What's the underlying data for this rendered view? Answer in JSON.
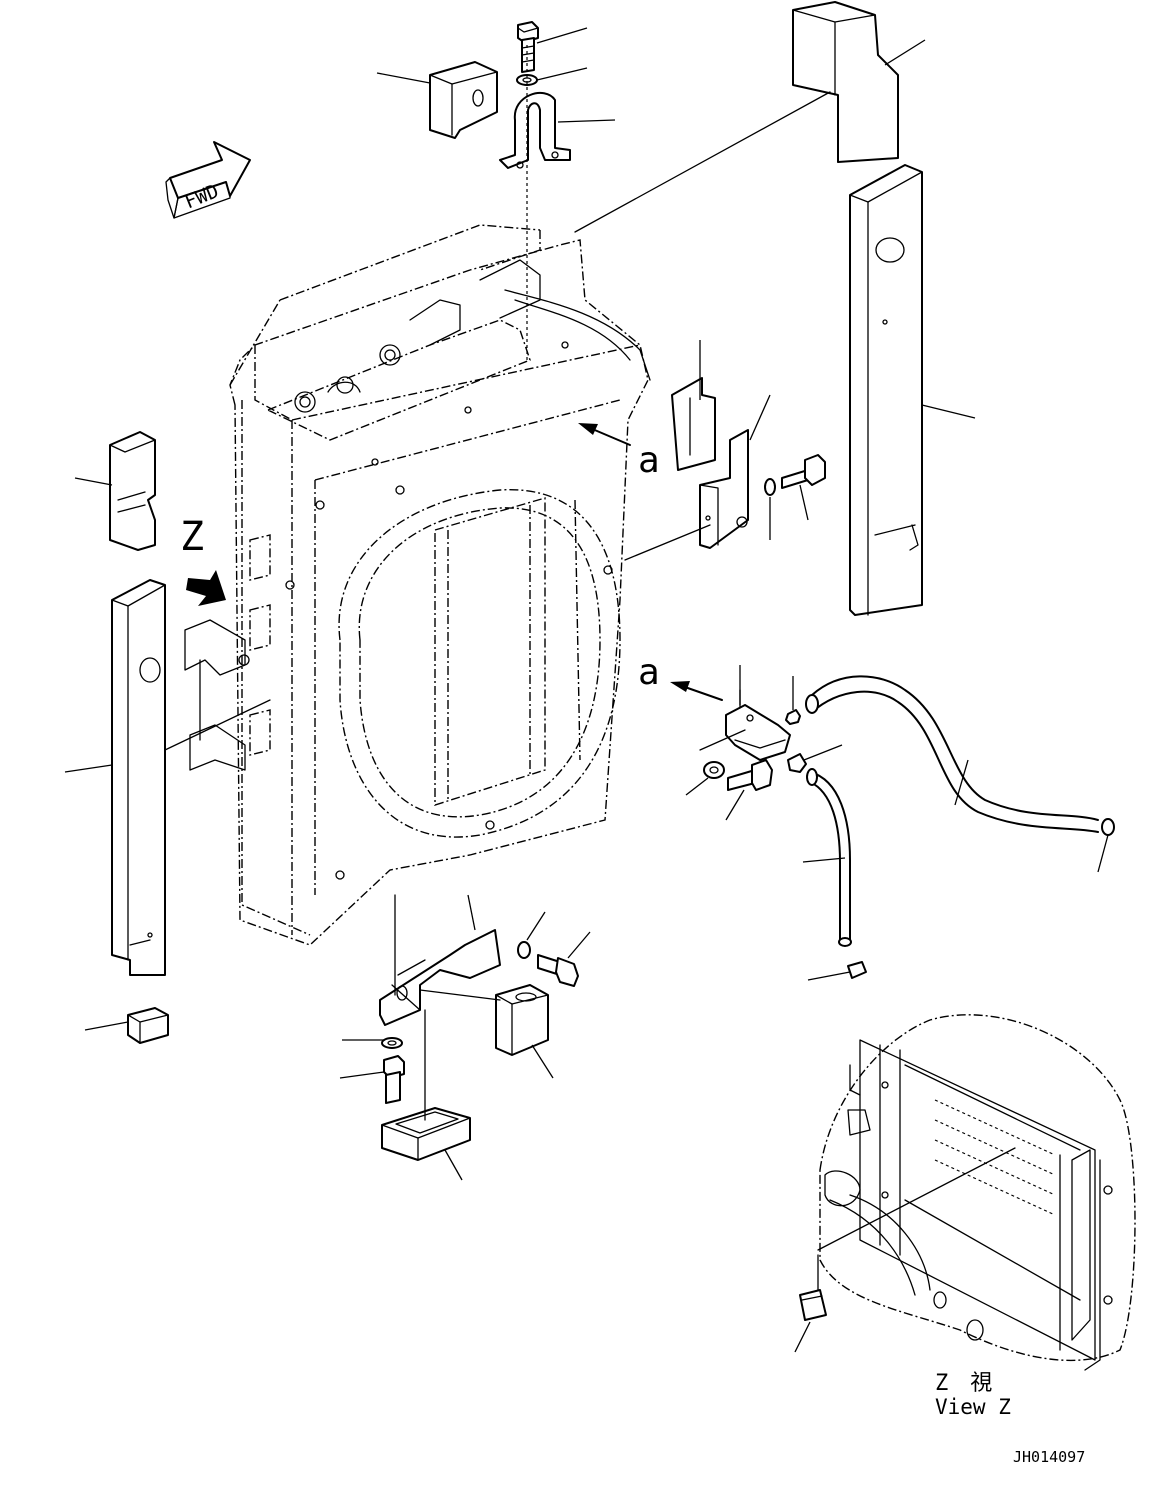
{
  "diagram": {
    "fwd_label": "FWD",
    "view_letter": "Z",
    "arrow_label_a": "a",
    "view_jp": "Z　視",
    "view_en": "View Z",
    "drawing_number": "JH014097"
  },
  "colors": {
    "line": "#000000",
    "background": "#ffffff"
  }
}
